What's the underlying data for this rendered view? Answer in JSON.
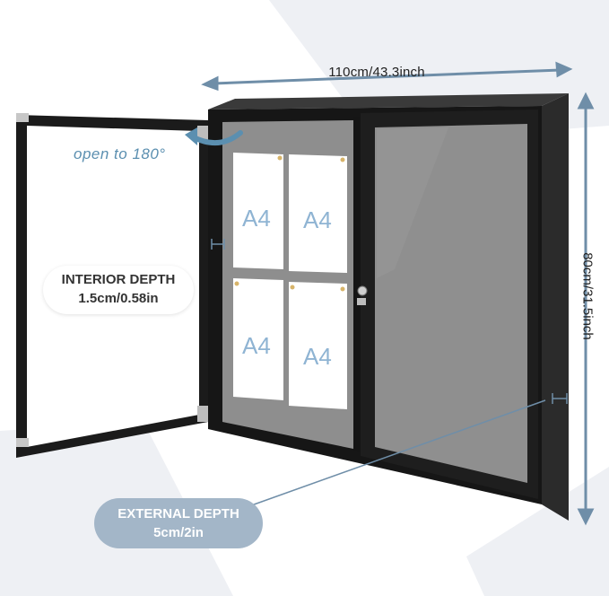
{
  "dimensions": {
    "width": "110cm/43.3inch",
    "height": "80cm/31.5inch"
  },
  "door": {
    "open_label": "open to 180°"
  },
  "interior_depth": {
    "title": "INTERIOR DEPTH",
    "value": "1.5cm/0.58in"
  },
  "external_depth": {
    "title": "EXTERNAL DEPTH",
    "value": "5cm/2in"
  },
  "papers": [
    "A4",
    "A4",
    "A4",
    "A4"
  ],
  "colors": {
    "frame": "#1a1a1a",
    "cork_board": "#8f8f8f",
    "accent_blue": "#5b8fb0",
    "label_pill": "#a3b6c8",
    "background_shape": "#eef0f4"
  }
}
